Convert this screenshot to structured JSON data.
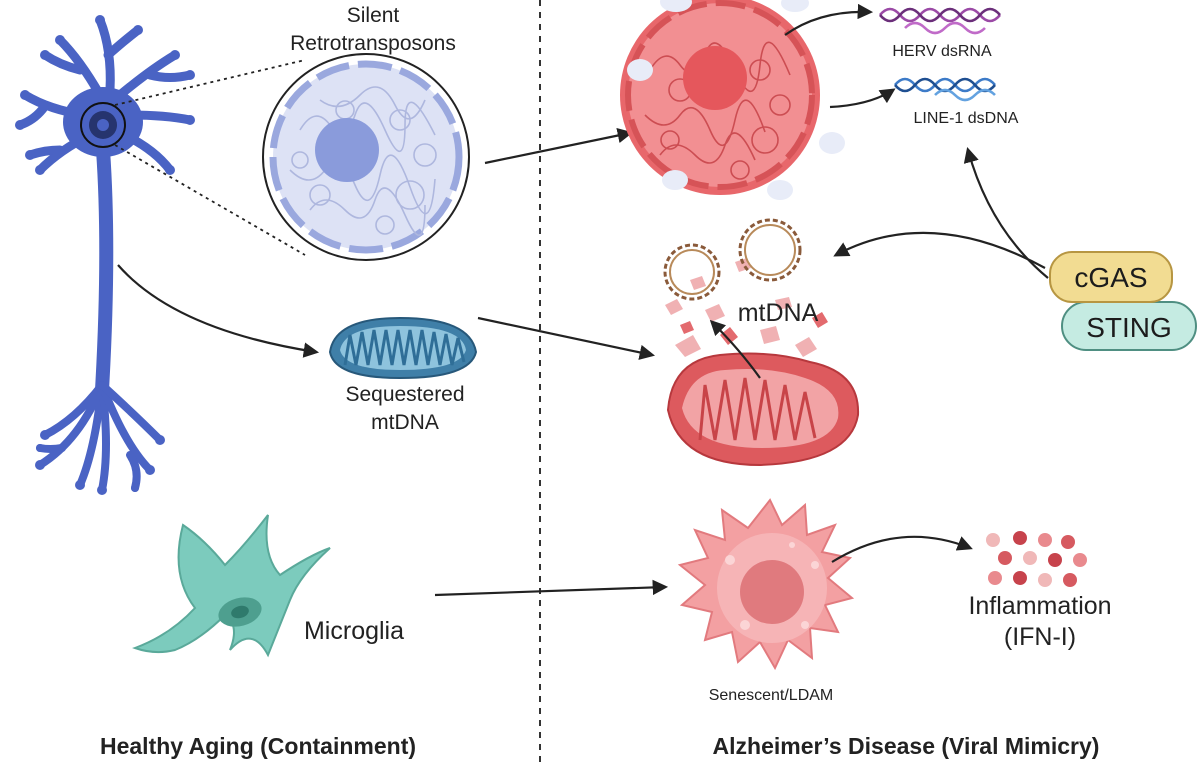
{
  "labels": {
    "silent": "Silent",
    "retrotransposons": "Retrotransposons",
    "herv": "HERV dsRNA",
    "line1": "LINE-1 dsDNA",
    "mtdna": "mtDNA",
    "sequestered": "Sequestered",
    "sequestered_mtdna": "mtDNA",
    "cgas": "cGAS",
    "sting": "STING",
    "microglia": "Microglia",
    "senescent": "Senescent/LDAM",
    "inflammation": "Inflammation",
    "ifn": "(IFN-I)"
  },
  "footer": {
    "left": "Healthy Aging (Containment)",
    "right": "Alzheimer’s Disease (Viral Mimicry)"
  },
  "colors": {
    "neuron": "#4a63c4",
    "healthy_nucleus": "#d6dcf3",
    "diseased_nucleus": "#e8676b",
    "mito_healthy": "#4e8fb5",
    "mito_damaged": "#dd5a5e",
    "microglia": "#7ccbbd",
    "senescent": "#f3a0a2",
    "cgas": "#f2dc92",
    "sting": "#c5ebe2"
  }
}
